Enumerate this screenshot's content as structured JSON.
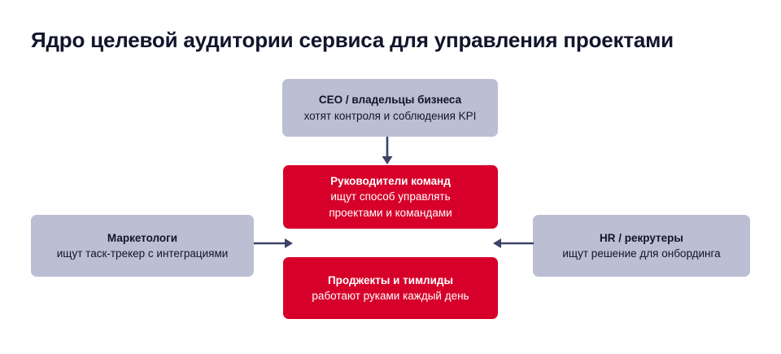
{
  "page": {
    "title": "Ядро целевой аудитории сервиса для управления проектами",
    "background_color": "#ffffff"
  },
  "colors": {
    "red": "#d6002a",
    "grey": "#bcbfd3",
    "ink": "#12152b",
    "arrow": "#3d4266"
  },
  "diagram": {
    "type": "flow",
    "nodes": [
      {
        "id": "ceo",
        "title": "CEO / владельцы бизнеса",
        "subtitle": "хотят контроля и соблюдения KPI",
        "style": "grey",
        "position": "top-center"
      },
      {
        "id": "leads",
        "title": "Руководители команд",
        "subtitle_line1": "ищут способ управлять",
        "subtitle_line2": "проектами и командами",
        "style": "red",
        "position": "center-upper"
      },
      {
        "id": "pm",
        "title": "Проджекты и тимлиды",
        "subtitle": "работают руками каждый день",
        "style": "red",
        "position": "center-lower"
      },
      {
        "id": "marketers",
        "title": "Маркетологи",
        "subtitle": "ищут таск-трекер с интеграциями",
        "style": "grey",
        "position": "left"
      },
      {
        "id": "hr",
        "title": "HR / рекрутеры",
        "subtitle": "ищут решение для онбординга",
        "style": "grey",
        "position": "right"
      }
    ],
    "arrows": [
      {
        "id": "ceo-to-leads",
        "from": "ceo",
        "to": "leads",
        "direction": "down"
      },
      {
        "id": "marketers-to-center",
        "from": "marketers",
        "to": "center",
        "direction": "right"
      },
      {
        "id": "hr-to-center",
        "from": "hr",
        "to": "center",
        "direction": "left"
      }
    ]
  }
}
